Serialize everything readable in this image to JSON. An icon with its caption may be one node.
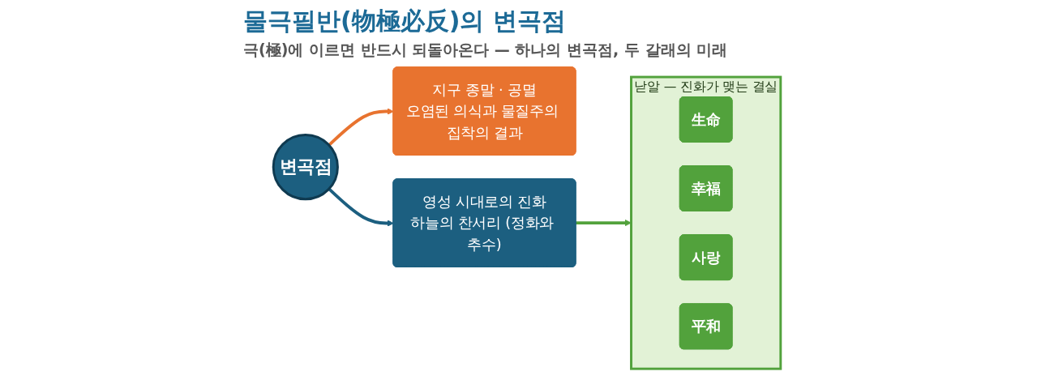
{
  "diagram": {
    "title": "물극필반(物極必反)의 변곡점",
    "nodes": [
      {
        "text": [
          "변곡점"
        ]
      },
      {
        "text": [
          "지구 종말 · 공멸",
          "오염된 의식과 물질주의 집착의 결과"
        ]
      },
      {
        "text": [
          "영성 시대로의 진화",
          "하늘의 찬서리 (정화와 추수)"
        ]
      },
      {
        "text": [
          "낟알 — 진화가 맺는 결실"
        ]
      },
      {
        "text": [
          "生命"
        ],
        "in": 3
      },
      {
        "text": [
          "幸福"
        ],
        "in": 3
      },
      {
        "text": [
          "사랑"
        ],
        "in": 3
      },
      {
        "text": [
          "平和"
        ],
        "in": 3
      }
    ],
    "edges": [
      {
        "from": 0,
        "to": 1,
        "arrow": "to",
        "color": "#e8732f"
      },
      {
        "from": 0,
        "to": 2,
        "arrow": "to",
        "color": "#1c5f80"
      },
      {
        "from": 2,
        "to": 3,
        "arrow": "to",
        "color": "#52a23c"
      }
    ],
    "labels": [
      "극(極)에 이르면 반드시 되돌아온다 — 하나의 변곡점, 두 갈래의 미래"
    ]
  }
}
